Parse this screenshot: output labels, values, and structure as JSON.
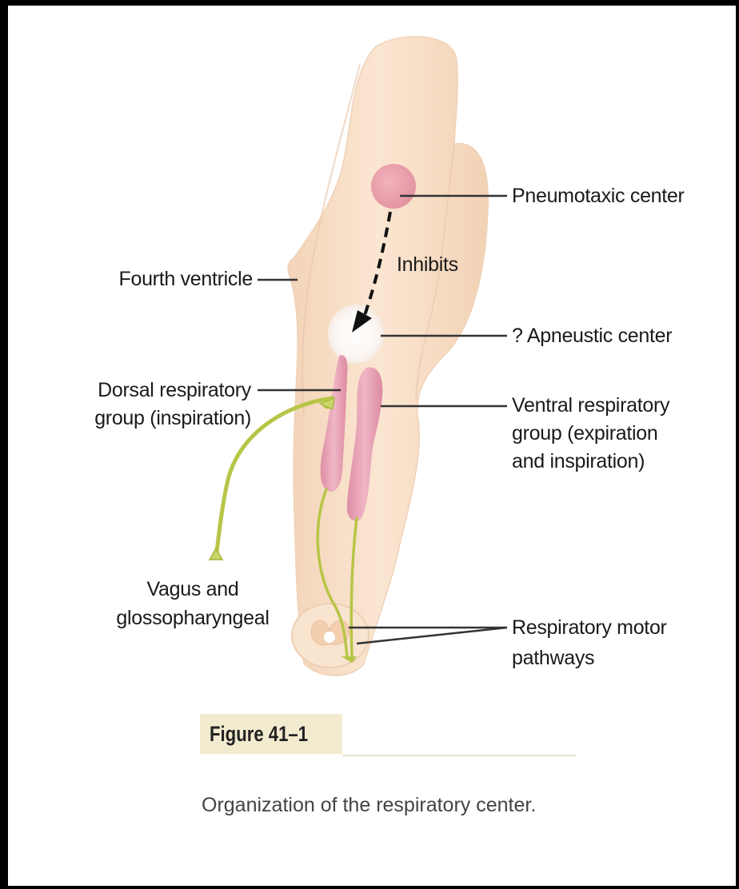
{
  "labels": {
    "pneumotaxic": "Pneumotaxic center",
    "inhibits": "Inhibits",
    "fourth_ventricle": "Fourth ventricle",
    "apneustic": "? Apneustic center",
    "dorsal_line1": "Dorsal respiratory",
    "dorsal_line2": "group (inspiration)",
    "ventral_line1": "Ventral respiratory",
    "ventral_line2": "group (expiration",
    "ventral_line3": "and inspiration)",
    "vagus_line1": "Vagus and",
    "vagus_line2": "glossopharyngeal",
    "motor_line1": "Respiratory motor",
    "motor_line2": "pathways"
  },
  "figure": {
    "number": "Figure 41–1",
    "caption": "Organization of the respiratory center."
  },
  "colors": {
    "brainstem": "#f8e0c8",
    "pneumotaxic": "#eba1ad",
    "respiratory_groups": "#e8a2b6",
    "nerves": "#b8c64a",
    "leader_lines": "#333333",
    "figure_box": "#f3ebcf"
  }
}
